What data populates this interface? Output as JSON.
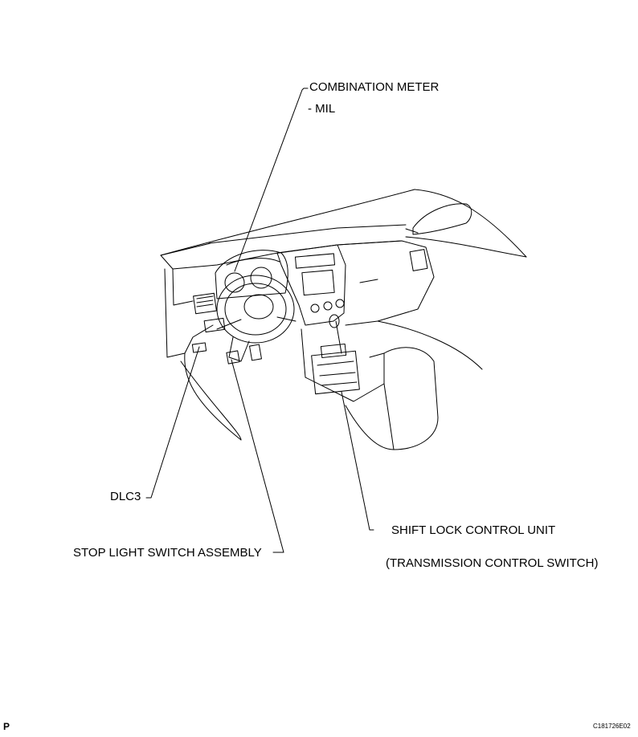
{
  "labels": {
    "combination_meter": "COMBINATION METER",
    "mil": "- MIL",
    "dlc3": "DLC3",
    "stop_light_switch": "STOP LIGHT SWITCH ASSEMBLY",
    "shift_lock_control_unit": "SHIFT LOCK CONTROL UNIT",
    "transmission_control_switch": "(TRANSMISSION CONTROL SWITCH)"
  },
  "footer": {
    "page_letter": "P",
    "figure_code": "C181726E02"
  },
  "colors": {
    "ink": "#000000",
    "background": "#ffffff"
  }
}
